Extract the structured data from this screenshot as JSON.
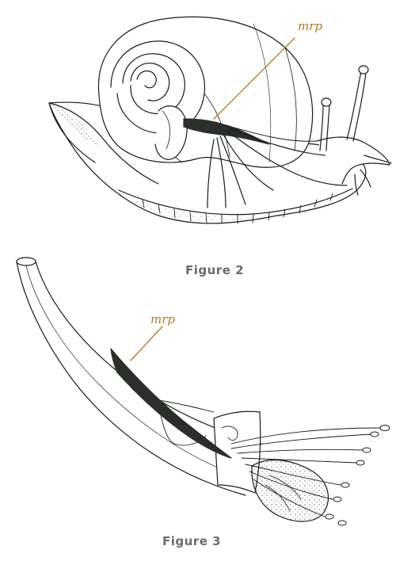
{
  "figures": [
    {
      "caption": "Figure 2",
      "callout": "mrp",
      "subject": "snail-with-shell"
    },
    {
      "caption": "Figure 3",
      "callout": "mrp",
      "subject": "dissected-muscle-column"
    }
  ],
  "colors": {
    "line": "#1a1a1a",
    "muscle": "#2a2f2a",
    "callout": "#b07a1e",
    "caption": "#6b6b6b"
  }
}
